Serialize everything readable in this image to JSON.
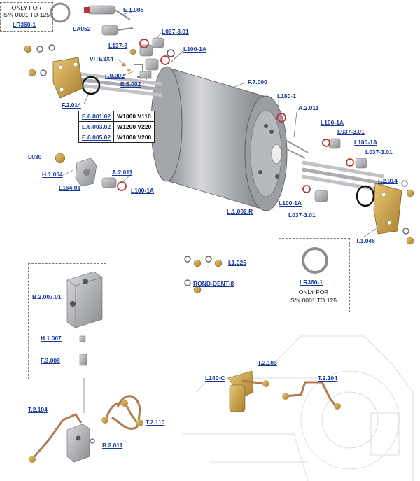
{
  "notes": {
    "top_left_line1": "ONLY FOR",
    "top_left_line2": "S/N 0001 TO 125",
    "top_left_code": "LR360-1",
    "right_code": "LR360-1",
    "right_line1": "ONLY FOR",
    "right_line2": "S/N 0001 TO 125"
  },
  "labels": {
    "e1005": "E.1.005",
    "la052": "LA052",
    "l037_a": "L037-3.01",
    "l137": "L137-3",
    "l100_a": "L100-1A",
    "vite": "VITE3X4",
    "f9002": "F.9.002",
    "e5002": "E.5.002",
    "f7000": "F.7.000",
    "f2014_a": "F.2.014",
    "l180": "L180-1",
    "a2011_a": "A.2.011",
    "l100_b": "L100-1A",
    "l037_b": "L037-3.01",
    "l100_c": "L100-1A",
    "l037_c": "L037-3.01",
    "l030": "L030",
    "h1004": "H.1.004",
    "l164": "L164.01",
    "a2011_b": "A.2.011",
    "l100_d": "L100-1A",
    "f2014_b": "F.2.014",
    "l100_e": "L100-1A",
    "l037_d": "L037-3.01",
    "l1002": "L.1.002.R",
    "t1046": "T.1.046",
    "i1025": "I.1.025",
    "rond": "ROND-DENT-8",
    "b2007": "B.2.007.01",
    "h1007": "H.1.007",
    "f3008": "F.3.008",
    "t2104_a": "T.2.104",
    "t2110": "T.2.110",
    "b2011": "B.2.011",
    "l140": "L140-C",
    "t2103": "T.2.103",
    "t2104_b": "T.2.104"
  },
  "element_table": [
    {
      "code": "E.6.001.02",
      "spec": "W1000 V110"
    },
    {
      "code": "E.6.003.02",
      "spec": "W1200 V220"
    },
    {
      "code": "E.6.005.02",
      "spec": "W1000 V200"
    }
  ],
  "colors": {
    "label_blue": "#1a3a9a",
    "brass": "#c9a24a",
    "steel": "#a9acb0",
    "copper": "#b07a4a"
  }
}
